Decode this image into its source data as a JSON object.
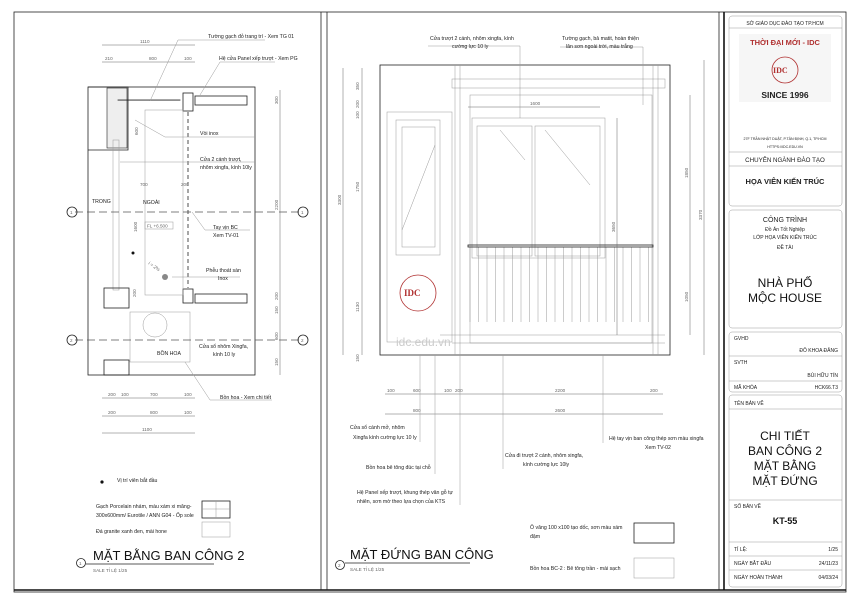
{
  "title_block": {
    "department": "SỞ GIÁO DỤC ĐÀO TẠO TP.HCM",
    "school_name": "THỜI ĐẠI MỚI - IDC",
    "logo_text": "IDC",
    "since": "SINCE 1996",
    "address": "27F TRẦN NHẬT DUẬT, P.TÂN ĐỊNH, Q.1, TP.HCM",
    "website": "HTTPS://IDC.EDU.VN",
    "major_label": "CHUYÊN NGÀNH ĐÀO TẠO",
    "major": "HỌA VIÊN KIẾN TRÚC",
    "project_label": "CÔNG TRÌNH",
    "project_sub1": "Đồ Án Tốt Nghiệp",
    "project_sub2": "LỚP HỌA VIÊN KIẾN TRÚC",
    "topic_label": "ĐỀ TÀI",
    "project_name_1": "NHÀ PHỐ",
    "project_name_2": "MỘC HOUSE",
    "gvhd_label": "GVHD",
    "gvhd": "ĐỖ KHOA ĐĂNG",
    "svth_label": "SVTH",
    "svth": "BÙI HỮU TÍN",
    "course_label": "MÃ KHÓA",
    "course": "HCK66.T3",
    "drawing_name_label": "TÊN BẢN VẼ",
    "drawing_name": [
      "CHI  TIẾT",
      "BAN CÔNG 2",
      "MẶT BẰNG",
      "MẶT ĐỨNG"
    ],
    "drawing_no_label": "SỐ BẢN VẼ",
    "drawing_no": "KT-55",
    "scale_label": "TỈ LỆ:",
    "scale": "1/25",
    "start_label": "NGÀY BẮT ĐẦU",
    "start": "24/11/23",
    "finish_label": "NGÀY HOÀN THÀNH",
    "finish": "04/03/24"
  },
  "plan": {
    "title": "MẶT BẰNG BAN CÔNG 2",
    "number": "1",
    "scale": "SALE TỈ LỆ 1/25",
    "notes": {
      "wall": "Tường gạch đỏ trang trí - Xem TG 01",
      "panel": "Hệ cửa Panel xếp trượt - Xem PG",
      "tap": "Vòi inox",
      "door1": "Cửa 2 cánh trượt,",
      "door2": "nhôm xingfa, kính 10ly",
      "rail1": "Tay vịn BC",
      "rail2": "Xem TV-01",
      "drain1": "Phễu thoát sàn",
      "drain2": "Inox",
      "window1": "Cửa sổ nhôm Xingfa,",
      "window2": "kính 10 ly",
      "planter": "Bồn hoa - Xem chi tiết",
      "inside": "TRONG",
      "outside": "NGOÀI",
      "flower_bed": "BỒN HOA",
      "level": "FL +6.500",
      "slope": "i = 2%"
    },
    "axes": [
      "1",
      "2"
    ],
    "dims_top": [
      "1110",
      "210",
      "800",
      "100"
    ],
    "dims_inner": [
      "600",
      "700",
      "200",
      "1600",
      "200"
    ],
    "dims_right": [
      "300",
      "2200",
      "200",
      "150",
      "600",
      "150"
    ],
    "dims_bottom": [
      [
        "200",
        "100",
        "700",
        "100"
      ],
      [
        "200",
        "800",
        "100"
      ],
      [
        "1100"
      ]
    ],
    "legend": {
      "start_point": "Vị trí viên bắt đầu",
      "tile1": "Gạch Porcelain nhám, màu xám xi măng-",
      "tile2": "300x600mm/ Eurotile / ANN G04 - Ốp sole",
      "granite": "Đá granite xanh đen, mài hone"
    }
  },
  "elevation": {
    "title": "MẶT ĐỨNG BAN CÔNG",
    "number": "2",
    "scale": "SALE TỈ LỆ 1/25",
    "watermark": "idc.edu.vn",
    "notes": {
      "door_top1": "Cửa trượt 2 cánh, nhôm xingfa, kính",
      "door_top2": "cường lực 10 ly",
      "wall1": "Tường gạch, bả matit, hoàn thiện",
      "wall2": "lăn sơn ngoài trời, màu trắng",
      "window1": "Cửa sổ cánh mở, nhôm",
      "window2": "Xingfa kính cường lực 10 ly",
      "planter": "Bồn hoa bê tông đúc tại chỗ",
      "panel1": "Hệ Panel xếp trượt, khung thép vân gỗ tự",
      "panel2": "nhiên, sơn mờ theo lựa chọn của KTS",
      "door1": "Cửa đi trượt 2 cánh, nhôm xingfa,",
      "door2": "kính cường lực 10ly",
      "rail1": "Hệ tay vịn ban công thép sơn màu xingfa",
      "rail2": "Xem TV-02"
    },
    "dims_left": [
      "350",
      "200",
      "100",
      "1750",
      "1130",
      "150",
      "3300"
    ],
    "dims_right": [
      "1850",
      "1050",
      "3370"
    ],
    "dim_door": "1600",
    "dim_inner": "3650",
    "dims_bottom": [
      [
        "100",
        "600",
        "100",
        "200",
        "2200",
        "200"
      ],
      [
        "800",
        "2600"
      ]
    ],
    "legend": {
      "canopy1": "Ô văng 100 x100 tạo dốc, sơn màu xám",
      "canopy2": "đậm",
      "planter": "Bồn hoa BC-2 : Bê tông trần - mài sạch"
    }
  },
  "colors": {
    "logo_red": "#b03030",
    "line": "#222222"
  }
}
